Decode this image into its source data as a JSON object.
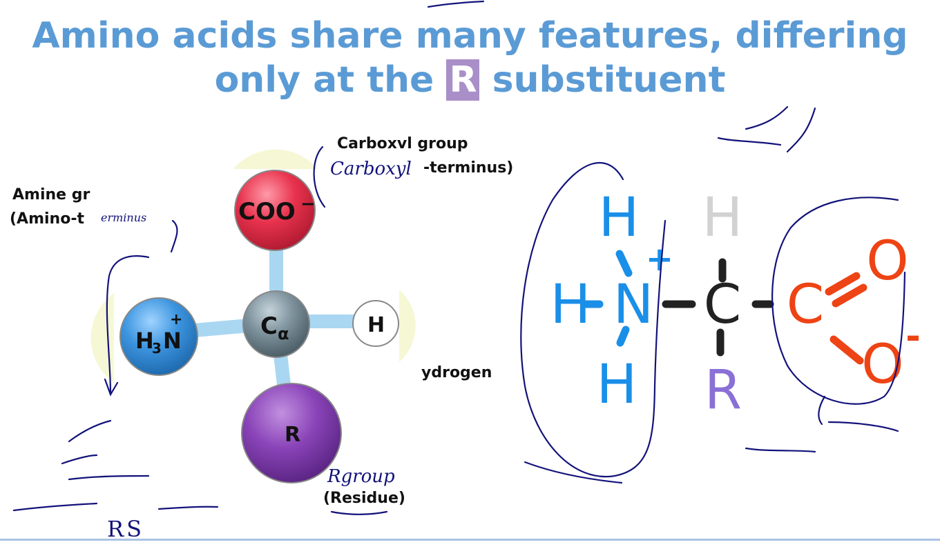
{
  "slide": {
    "title_line1": "Amino acids share many features, differing",
    "title_line2_before": "only at the ",
    "title_highlight": "R",
    "title_line2_after": " substituent"
  },
  "model": {
    "carboxyl_label": "Carboxvl group",
    "carboxyl_sub": "-terminus)",
    "amine_label": "Amine gr",
    "amine_sub": "(Amino-t",
    "hydrogen_label": "ydrogen",
    "residue_label": "(Residue)",
    "sphere_coo": "COO",
    "sphere_coo_charge": "−",
    "sphere_ca": "C",
    "sphere_ca_sub": "α",
    "sphere_n": "H",
    "sphere_n_sub": "3",
    "sphere_n_atom": "N",
    "sphere_n_charge": "+",
    "sphere_h": "H",
    "sphere_r": "R"
  },
  "structure": {
    "h_top": "H",
    "h_left": "H",
    "n": "N",
    "n_charge": "+",
    "h_bottom": "H",
    "c_alpha": "C",
    "h_alpha": "H",
    "r": "R",
    "c_carboxyl": "C",
    "o_double": "O",
    "o_single": "O",
    "o_charge": "-"
  },
  "annotations": {
    "carboxyl_hand": "Carboxyl",
    "amino_hand": "erminus",
    "rgroup_hand": "Rgroup",
    "rs_hand": "RS"
  },
  "colors": {
    "title": "#5b9bd5",
    "highlight": "#a98fc8",
    "amine": "#1a8fe8",
    "carboxyl": "#ee4314",
    "r_group": "#8a70d6",
    "ink": "#12127a"
  }
}
